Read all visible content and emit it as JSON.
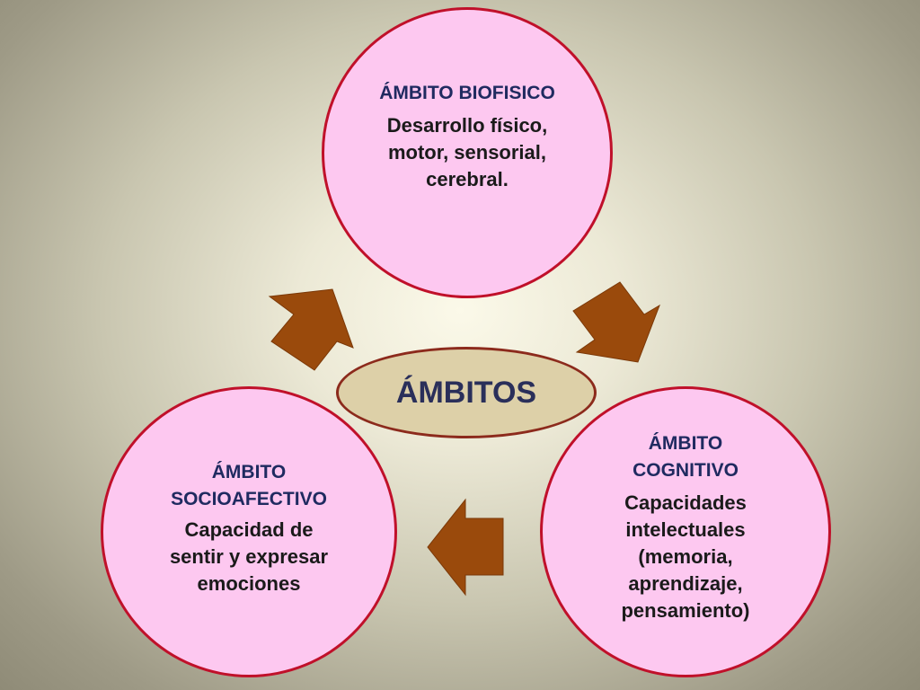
{
  "center": {
    "label": "ÁMBITOS"
  },
  "circles": {
    "biofisico": {
      "title": "ÁMBITO BIOFISICO",
      "description_lines": [
        "Desarrollo físico,",
        "motor, sensorial,",
        "cerebral."
      ]
    },
    "cognitivo": {
      "title_lines": [
        "ÁMBITO",
        "COGNITIVO"
      ],
      "description_lines": [
        "Capacidades",
        "intelectuales",
        "(memoria,",
        "aprendizaje,",
        "pensamiento)"
      ]
    },
    "socioafectivo": {
      "title_lines": [
        "ÁMBITO",
        "SOCIOAFECTIVO"
      ],
      "description_lines": [
        "Capacidad de",
        "sentir  y expresar",
        "emociones"
      ]
    }
  },
  "colors": {
    "circle_fill": "#fdc8f0",
    "circle_border": "#c0102a",
    "ellipse_fill": "#ddd0a8",
    "ellipse_border": "#8c2a1c",
    "arrow_fill": "#9a4a0c",
    "title_text": "#1f2a60"
  }
}
